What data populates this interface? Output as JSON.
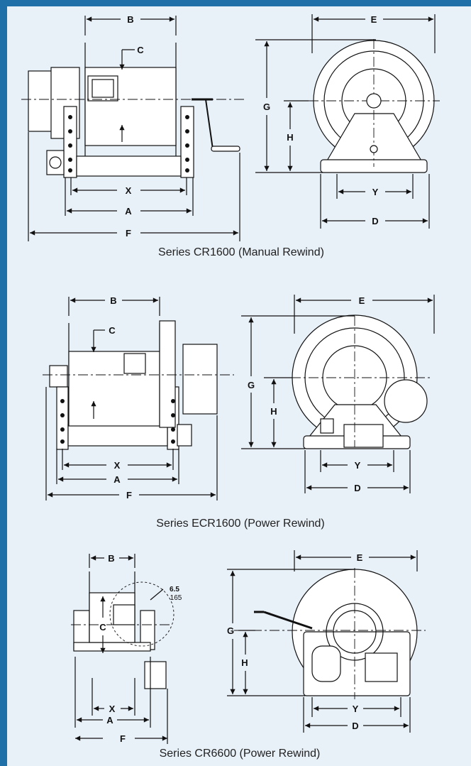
{
  "sections": [
    {
      "caption": "Series CR1600 (Manual Rewind)",
      "side_labels": {
        "b": "B",
        "c": "C",
        "x": "X",
        "a": "A",
        "f": "F"
      },
      "front_labels": {
        "e": "E",
        "g": "G",
        "h": "H",
        "y": "Y",
        "d": "D"
      }
    },
    {
      "caption": "Series ECR1600 (Power Rewind)",
      "side_labels": {
        "b": "B",
        "c": "C",
        "x": "X",
        "a": "A",
        "f": "F"
      },
      "front_labels": {
        "e": "E",
        "g": "G",
        "h": "H",
        "y": "Y",
        "d": "D"
      }
    },
    {
      "caption": "Series CR6600 (Power Rewind)",
      "side_labels": {
        "b": "B",
        "c": "C",
        "x": "X",
        "a": "A",
        "f": "F"
      },
      "front_labels": {
        "e": "E",
        "g": "G",
        "h": "H",
        "y": "Y",
        "d": "D"
      },
      "extra_labels": {
        "dim_a": "6.5",
        "dim_b": "165"
      }
    }
  ],
  "colors": {
    "frame": "#1f6fa8",
    "panel": "#e8f0f8",
    "line": "#111111"
  }
}
